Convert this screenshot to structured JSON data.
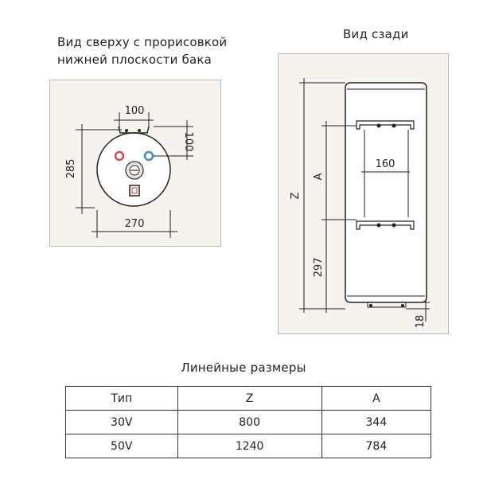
{
  "top_view": {
    "caption_line1": "Вид сверху с прорисовкой",
    "caption_line2": "нижней плоскости бака",
    "dim_pipe_spacing": "100",
    "dim_pipe_offset": "100",
    "dim_height": "285",
    "dim_width": "270"
  },
  "back_view": {
    "caption": "Вид сзади",
    "dim_z": "Z",
    "dim_a": "A",
    "dim_bracket_spacing": "160",
    "dim_bottom": "297",
    "dim_outlet": "18"
  },
  "table": {
    "title": "Линейные размеры",
    "headers": [
      "Тип",
      "Z",
      "A"
    ],
    "rows": [
      [
        "30V",
        "800",
        "344"
      ],
      [
        "50V",
        "1240",
        "784"
      ]
    ]
  }
}
